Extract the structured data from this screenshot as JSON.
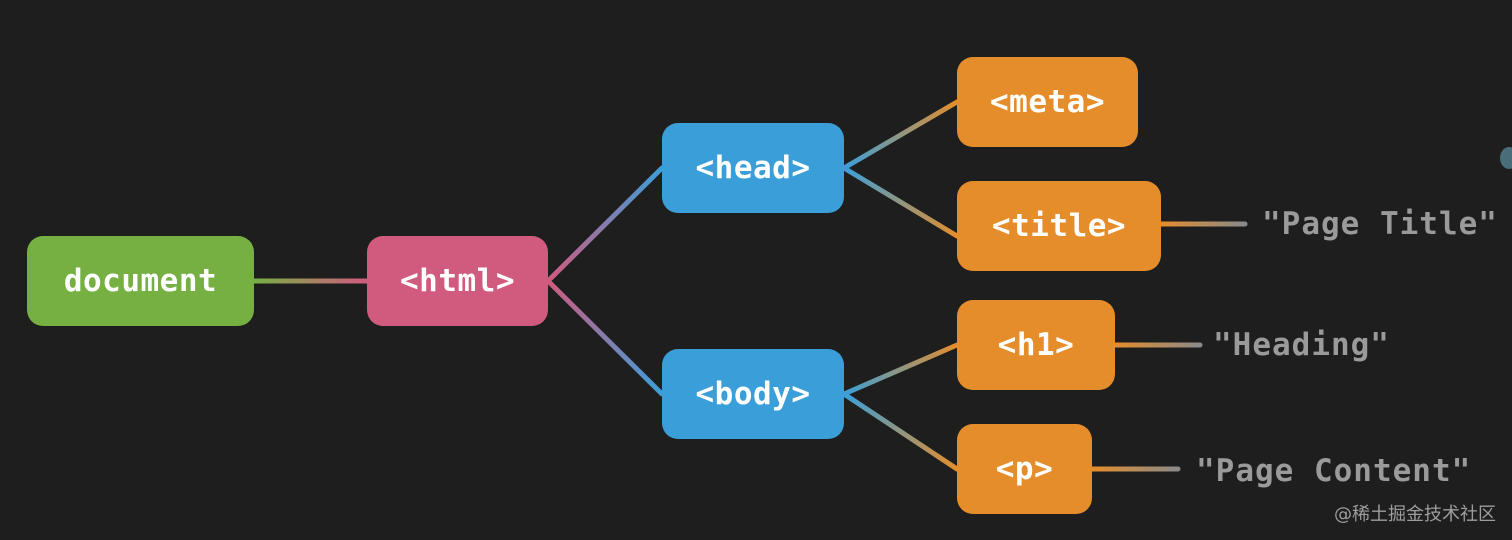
{
  "diagram": {
    "nodes": {
      "document": "document",
      "html": "<html>",
      "head": "<head>",
      "body": "<body>",
      "meta": "<meta>",
      "title": "<title>",
      "h1": "<h1>",
      "p": "<p>"
    },
    "text_nodes": {
      "page_title": "\"Page Title\"",
      "heading": "\"Heading\"",
      "page_content": "\"Page Content\""
    },
    "edges": [
      [
        "document",
        "html"
      ],
      [
        "html",
        "head"
      ],
      [
        "html",
        "body"
      ],
      [
        "head",
        "meta"
      ],
      [
        "head",
        "title"
      ],
      [
        "body",
        "h1"
      ],
      [
        "body",
        "p"
      ],
      [
        "title",
        "page_title"
      ],
      [
        "h1",
        "heading"
      ],
      [
        "p",
        "page_content"
      ]
    ],
    "colors": {
      "background": "#1e1e1e",
      "document": "#76b043",
      "html": "#d15a7f",
      "head_body": "#3a9fd9",
      "leaf_elements": "#e58d2b",
      "text_nodes": "#9a9a9a"
    }
  },
  "watermark": "@稀土掘金技术社区"
}
